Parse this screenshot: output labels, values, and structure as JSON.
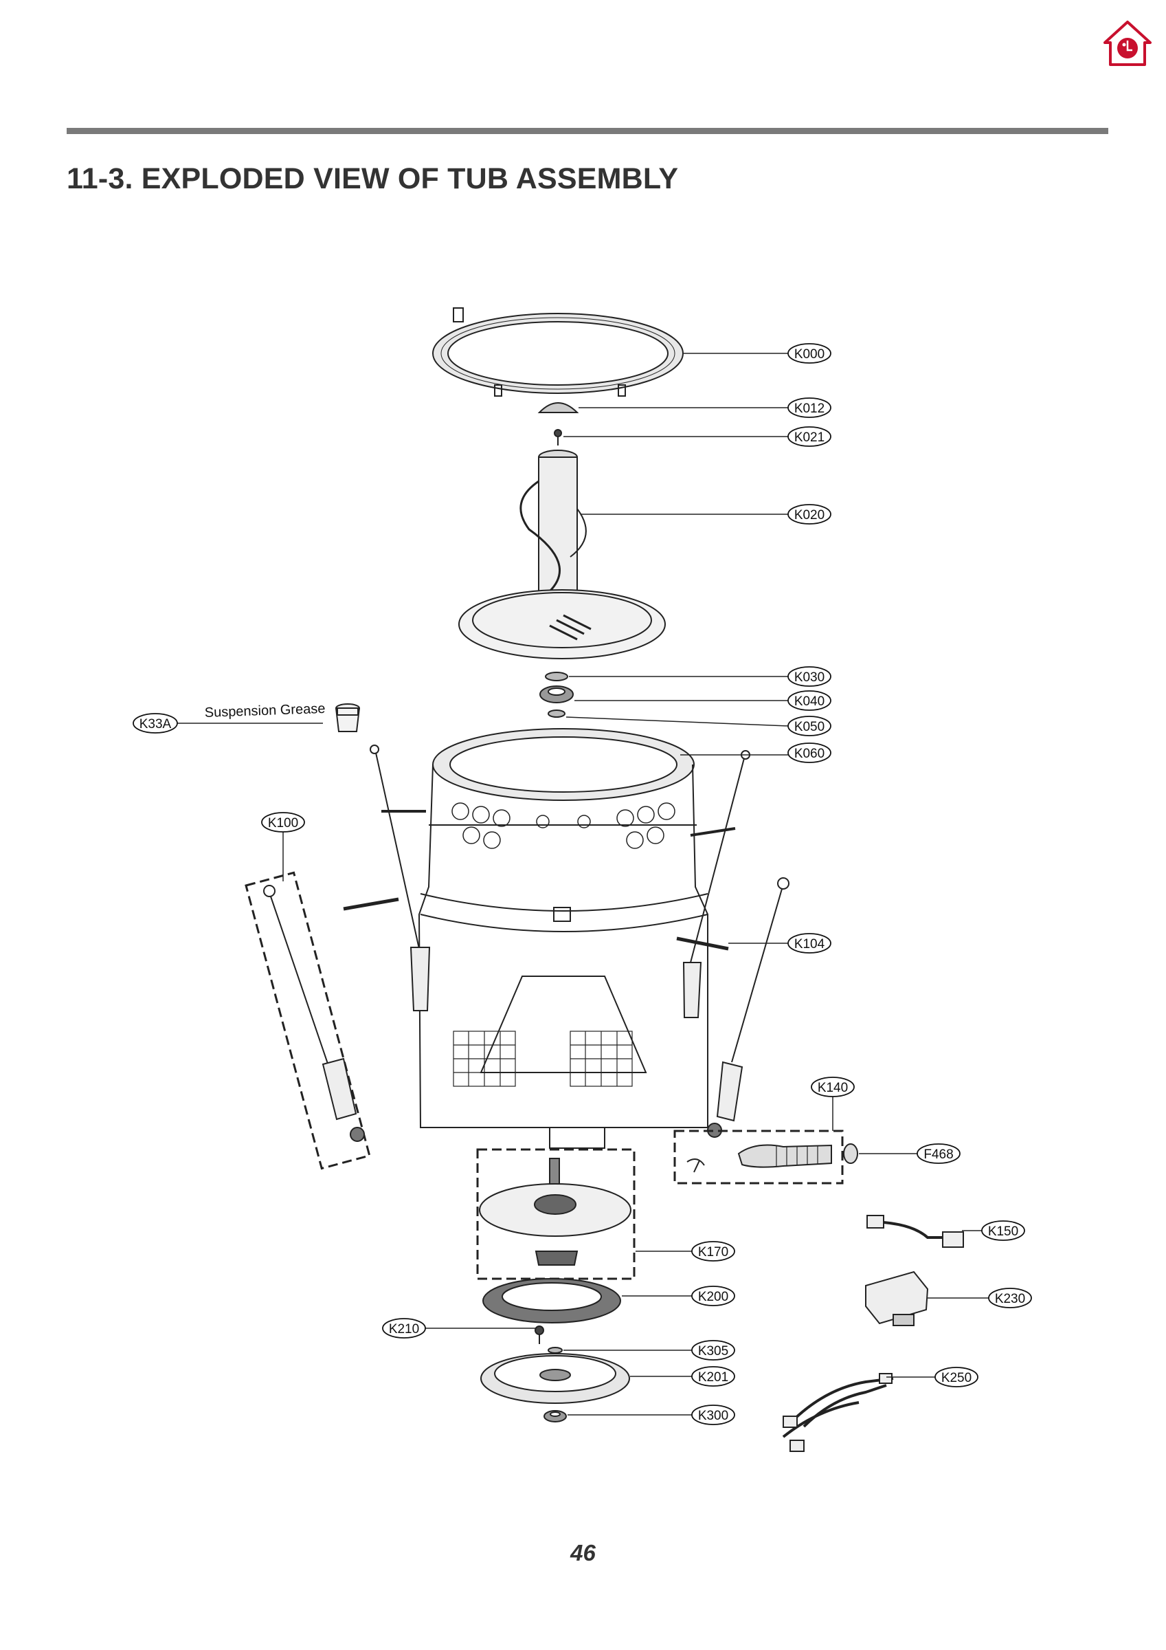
{
  "header": {
    "title": "11-3. EXPLODED VIEW OF TUB ASSEMBLY",
    "home_icon": "lg-home-icon",
    "brand_color": "#c8102e"
  },
  "diagram": {
    "callouts": {
      "k000": "K000",
      "k012": "K012",
      "k021": "K021",
      "k020": "K020",
      "k030": "K030",
      "k040": "K040",
      "k050": "K050",
      "k060": "K060",
      "k33a": "K33A",
      "k100": "K100",
      "k104": "K104",
      "k140": "K140",
      "f468": "F468",
      "k150": "K150",
      "k170": "K170",
      "k200": "K200",
      "k230": "K230",
      "k210": "K210",
      "k305": "K305",
      "k201": "K201",
      "k250": "K250",
      "k300": "K300"
    },
    "grease_label": "Suspension Grease"
  },
  "footer": {
    "page_number": "46"
  }
}
